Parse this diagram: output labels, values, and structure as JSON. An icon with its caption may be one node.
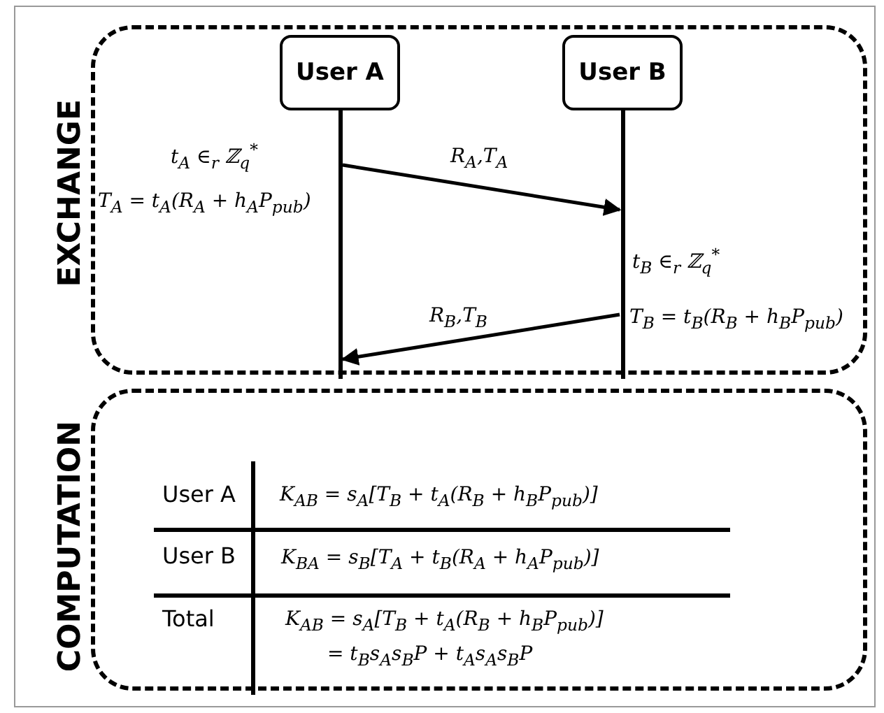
{
  "diagram": {
    "nodes": [
      {
        "text": [
          "EXCHANGE"
        ]
      },
      {
        "text": [
          "User A"
        ],
        "in": 0
      },
      {
        "text": [
          "User B"
        ],
        "in": 0
      },
      {
        "text": [
          "COMPUTATION"
        ]
      }
    ],
    "edges": [
      {
        "from": 1,
        "to": 2,
        "arrow": "to",
        "label": "R$_{A}$,T$_{A}$"
      },
      {
        "from": 2,
        "to": 1,
        "arrow": "to",
        "label": "R$_{B}$,T$_{B}$"
      }
    ],
    "labels": [
      "t$_{A}$ ∈$_{r}$ ℤ$_{q}$$^{*}$",
      "T$_{A}$ = t$_{A}$(R$_{A}$ + h$_{A}$P$_{pub}$)",
      "t$_{B}$ ∈$_{r}$ ℤ$_{q}$$^{*}$",
      "T$_{B}$ = t$_{B}$(R$_{B}$ + h$_{B}$P$_{pub}$)",
      "User A",
      "K$_{AB}$ = s$_{A}$[T$_{B}$ + t$_{A}$(R$_{B}$ + h$_{B}$P$_{pub}$)]",
      "User B",
      "K$_{BA}$ = s$_{B}$[T$_{A}$ + t$_{B}$(R$_{A}$ + h$_{A}$P$_{pub}$)]",
      "Total",
      "K$_{AB}$ = s$_{A}$[T$_{B}$ + t$_{A}$(R$_{B}$ + h$_{B}$P$_{pub}$)]",
      "= t$_{B}$s$_{A}$s$_{B}$P + t$_{A}$s$_{A}$s$_{B}$P"
    ]
  }
}
